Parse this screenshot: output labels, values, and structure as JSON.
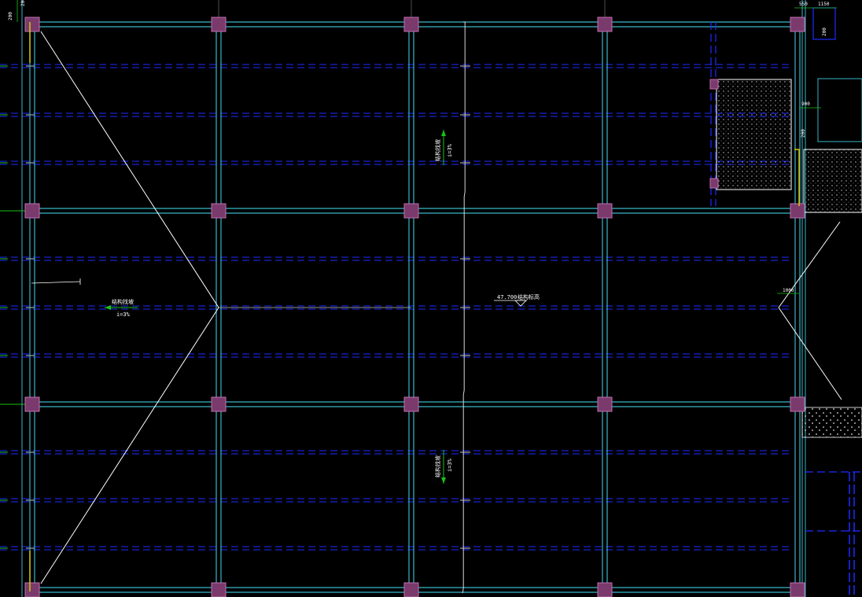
{
  "drawing": {
    "background": "#000000",
    "colors": {
      "grid_line": "#38b6c8",
      "beam_line": "#1e2cff",
      "column_fill": "#7a3a6c",
      "column_stroke": "#c070b0",
      "annotation": "#ffffff",
      "slope_arrow": "#19c219",
      "hatch_border": "#ffffff",
      "tick_mark": "#c8c8c8",
      "edge_mark": "#d4c400"
    },
    "dimensions": {
      "top_left": "200",
      "top_left_vertical": "200",
      "top_right_a": "550",
      "top_right_b": "1150",
      "top_right_box": "200",
      "mid_right_a": "900",
      "mid_right_b": "200",
      "right_mid": "1000"
    },
    "annotations": {
      "slope_left_main": "结构找坡",
      "slope_left_sub": "i=3%",
      "slope_top_main": "结构找坡",
      "slope_top_sub": "i=3%",
      "slope_bottom_main": "结构找坡",
      "slope_bottom_sub": "i=3%",
      "elevation_value": "47.700",
      "elevation_label": "结构标高"
    }
  }
}
